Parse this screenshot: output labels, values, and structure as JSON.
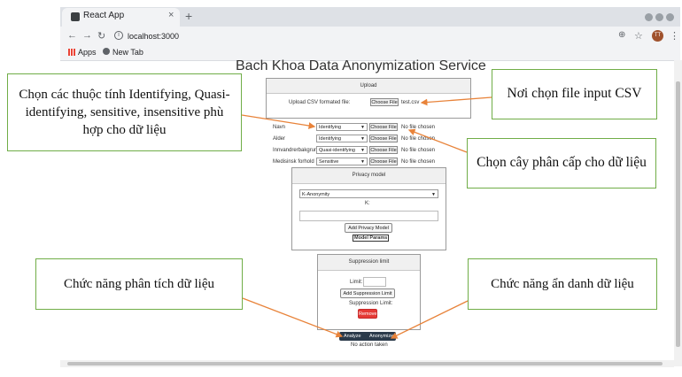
{
  "browser": {
    "tab_title": "React App",
    "tab_close": "×",
    "new_tab": "+",
    "url": "localhost:3000",
    "bookmarks": [
      "Apps",
      "New Tab"
    ],
    "avatar_initials": "TT"
  },
  "page": {
    "title": "Bach Khoa Data Anonymization Service",
    "upload": {
      "header": "Upload",
      "label": "Upload CSV formated file:",
      "choose_label": "Choose File",
      "file_name": "test.csv"
    },
    "attributes": [
      {
        "name": "Navn",
        "type": "Identifying",
        "choose_label": "Choose File",
        "status": "No file chosen"
      },
      {
        "name": "Alder",
        "type": "Identifying",
        "choose_label": "Choose File",
        "status": "No file chosen"
      },
      {
        "name": "Innvandrerbakgrunn",
        "type": "Quasi-identifying",
        "choose_label": "Choose File",
        "status": "No file chosen"
      },
      {
        "name": "Medisinsk forhold",
        "type": "Sensitive",
        "choose_label": "Choose File",
        "status": "No file chosen"
      }
    ],
    "privacy_model": {
      "header": "Privacy model",
      "selected": "K-Anonymity",
      "param_label": "K:",
      "add_button": "Add Privacy Model",
      "params_label": "Model Params"
    },
    "suppression": {
      "header": "Suppression limit",
      "limit_label": "Limit:",
      "add_button": "Add Suppression Limit",
      "current_label": "Suppression Limit:",
      "remove_button": "Remove"
    },
    "actions": {
      "analyze": "Analyze",
      "anonymize": "Anonymize",
      "status": "No action taken"
    }
  },
  "annotations": {
    "attributes_callout": "Chọn các thuộc tính Identifying, Quasi-identifying, sensitive, insensitive phù hợp cho dữ liệu",
    "csv_callout": "Nơi chọn file input CSV",
    "hierarchy_callout": "Chọn cây phân cấp cho dữ liệu",
    "analyze_callout": "Chức năng phân tích dữ liệu",
    "anonymize_callout": "Chức năng  ẩn danh dữ liệu"
  },
  "colors": {
    "callout_border": "#70ad47",
    "arrow": "#e8833a",
    "remove_button": "#e53935",
    "action_bar": "#2b3a4a"
  }
}
